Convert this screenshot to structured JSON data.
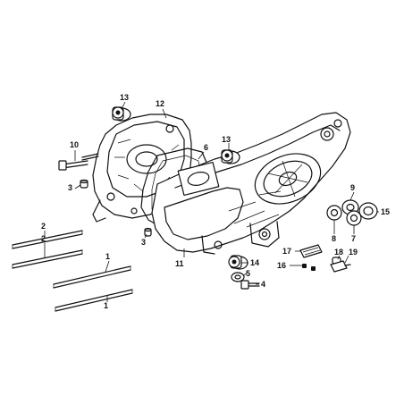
{
  "callouts": [
    {
      "id": "c-13a",
      "text": "13"
    },
    {
      "id": "c-12",
      "text": "12"
    },
    {
      "id": "c-10",
      "text": "10"
    },
    {
      "id": "c-6",
      "text": "6"
    },
    {
      "id": "c-13b",
      "text": "13"
    },
    {
      "id": "c-3a",
      "text": "3"
    },
    {
      "id": "c-9",
      "text": "9"
    },
    {
      "id": "c-15",
      "text": "15"
    },
    {
      "id": "c-2a",
      "text": "2"
    },
    {
      "id": "c-2b",
      "text": "2"
    },
    {
      "id": "c-3b",
      "text": "3"
    },
    {
      "id": "c-8",
      "text": "8"
    },
    {
      "id": "c-7",
      "text": "7"
    },
    {
      "id": "c-17",
      "text": "17"
    },
    {
      "id": "c-11",
      "text": "11"
    },
    {
      "id": "c-14",
      "text": "14"
    },
    {
      "id": "c-18",
      "text": "18"
    },
    {
      "id": "c-19",
      "text": "19"
    },
    {
      "id": "c-1a",
      "text": "1"
    },
    {
      "id": "c-16",
      "text": "16"
    },
    {
      "id": "c-5",
      "text": "5"
    },
    {
      "id": "c-4",
      "text": "4"
    },
    {
      "id": "c-1b",
      "text": "1"
    }
  ],
  "colors": {
    "ink": "#111111",
    "background": "#ffffff"
  }
}
